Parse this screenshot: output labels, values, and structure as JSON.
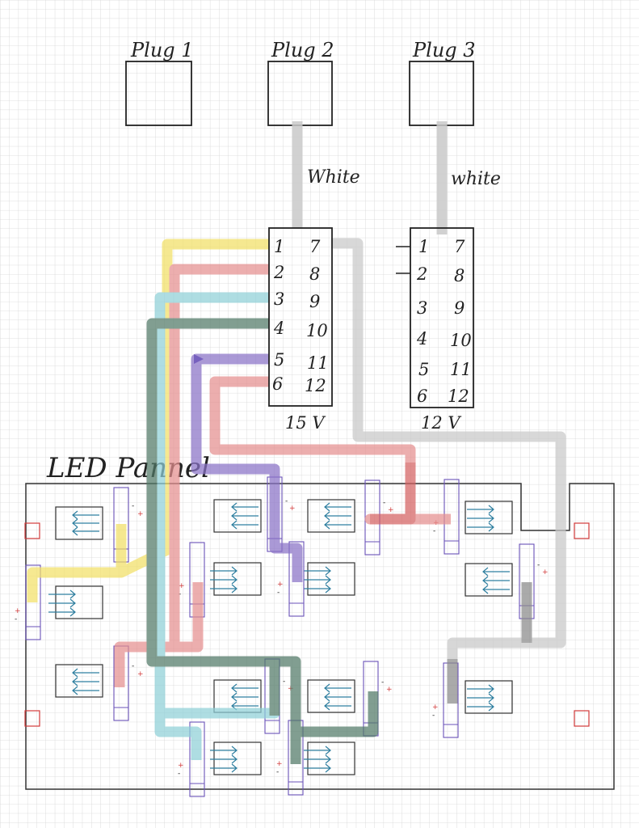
{
  "plugs": [
    {
      "label": "Plug 1"
    },
    {
      "label": "Plug 2"
    },
    {
      "label": "Plug 3"
    }
  ],
  "wire_labels": [
    "White",
    "white"
  ],
  "connectors": [
    {
      "voltage": "15 V",
      "pins_left": [
        "1",
        "2",
        "3",
        "4",
        "5",
        "6"
      ],
      "pins_right": [
        "7",
        "8",
        "9",
        "10",
        "11",
        "12"
      ]
    },
    {
      "voltage": "12 V",
      "pins_left": [
        "1",
        "2",
        "3",
        "4",
        "5",
        "6"
      ],
      "pins_right": [
        "7",
        "8",
        "9",
        "10",
        "11",
        "12"
      ]
    }
  ],
  "panel": {
    "label": "LED Pannel"
  },
  "led_symbols": {
    "plus": "+",
    "minus": "-"
  },
  "colors": {
    "yellow": "#f2e066",
    "red": "#e58f8f",
    "cyan": "#8fd0d8",
    "darkgreen": "#527a68",
    "purple": "#8a73c7",
    "gray": "#c9c9c9",
    "darkred": "#c94545",
    "darkgray": "#8a8a8a",
    "led_arrow": "#2f7fa0",
    "driver": "#6a52b8",
    "mount": "#d23b3b"
  }
}
